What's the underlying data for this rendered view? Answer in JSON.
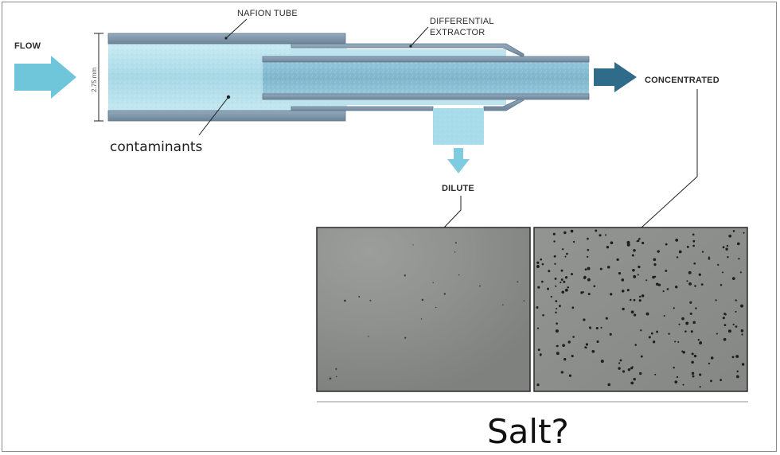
{
  "labels": {
    "flow": "FLOW",
    "nafion_tube": "NAFION TUBE",
    "differential_extractor_line1": "DIFFERENTIAL",
    "differential_extractor_line2": "EXTRACTOR",
    "dimension": "2.75 mm",
    "contaminants": "contaminants",
    "concentrated": "CONCENTRATED",
    "dilute": "DILUTE",
    "question": "Salt?"
  },
  "colors": {
    "tube_wall": "#7f97ad",
    "fluid_light": "#b9e2ee",
    "fluid_concentrated": "#8fc3d8",
    "flow_arrow": "#6fc6da",
    "dilute_outlet": "#a9dcea",
    "concentrated_arrow": "#2f6c8a",
    "micrograph_bg": "#8d8f8d",
    "particle": "#1e1e1e"
  },
  "icons": {
    "flow": "right-arrow-icon",
    "concentrated": "right-arrow-icon",
    "dilute": "down-arrow-icon"
  }
}
